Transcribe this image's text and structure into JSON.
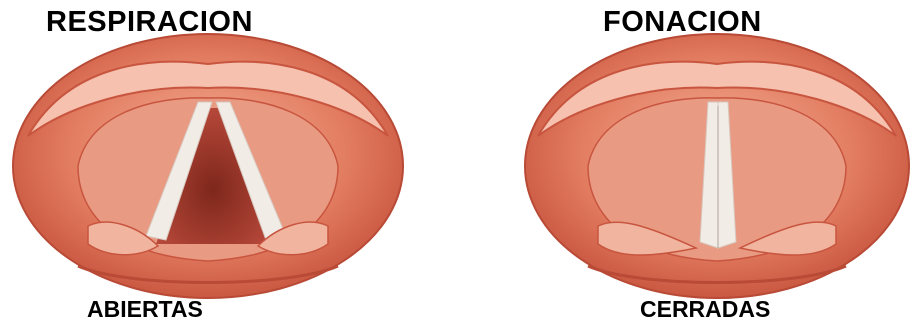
{
  "panels": [
    {
      "title": "RESPIRACION",
      "caption": "ABIERTAS",
      "state": "open"
    },
    {
      "title": "FONACION",
      "caption": "CERRADAS",
      "state": "closed"
    }
  ],
  "colors": {
    "flesh_dark": "#c8553f",
    "flesh_mid": "#e07a5f",
    "flesh_light": "#f2a98e",
    "fold_white": "#f2ece6",
    "airway_dark": "#8f2f22"
  }
}
